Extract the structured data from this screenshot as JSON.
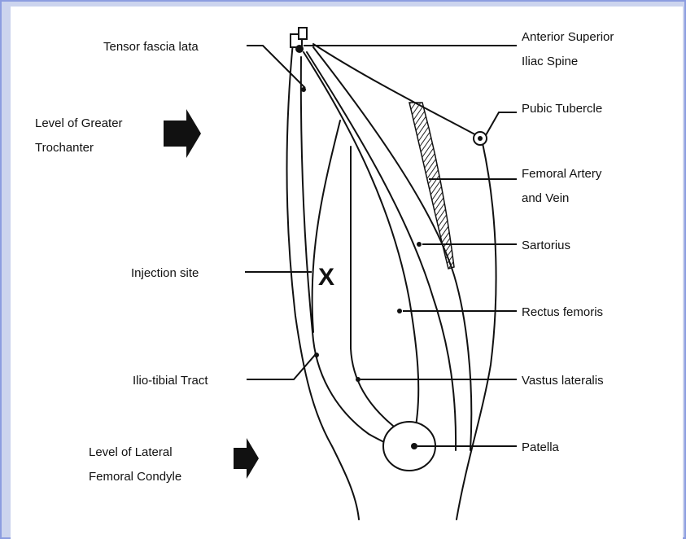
{
  "labels": {
    "tensor_fascia_lata": "Tensor fascia lata",
    "asis_line1": "Anterior Superior",
    "asis_line2": "Iliac Spine",
    "pubic_tubercle": "Pubic Tubercle",
    "greater_trochanter_line1": "Level of Greater",
    "greater_trochanter_line2": "Trochanter",
    "femoral_line1": "Femoral Artery",
    "femoral_line2": "and Vein",
    "sartorius": "Sartorius",
    "injection_site": "Injection site",
    "injection_mark": "X",
    "rectus_femoris": "Rectus femoris",
    "iliotibial_tract": "Ilio-tibial Tract",
    "vastus_lateralis": "Vastus lateralis",
    "lateral_condyle_line1": "Level of Lateral",
    "lateral_condyle_line2": "Femoral Condyle",
    "patella": "Patella"
  },
  "colors": {
    "frame": "#8c9de0",
    "background": "#ccd4ee",
    "ink": "#111111"
  }
}
